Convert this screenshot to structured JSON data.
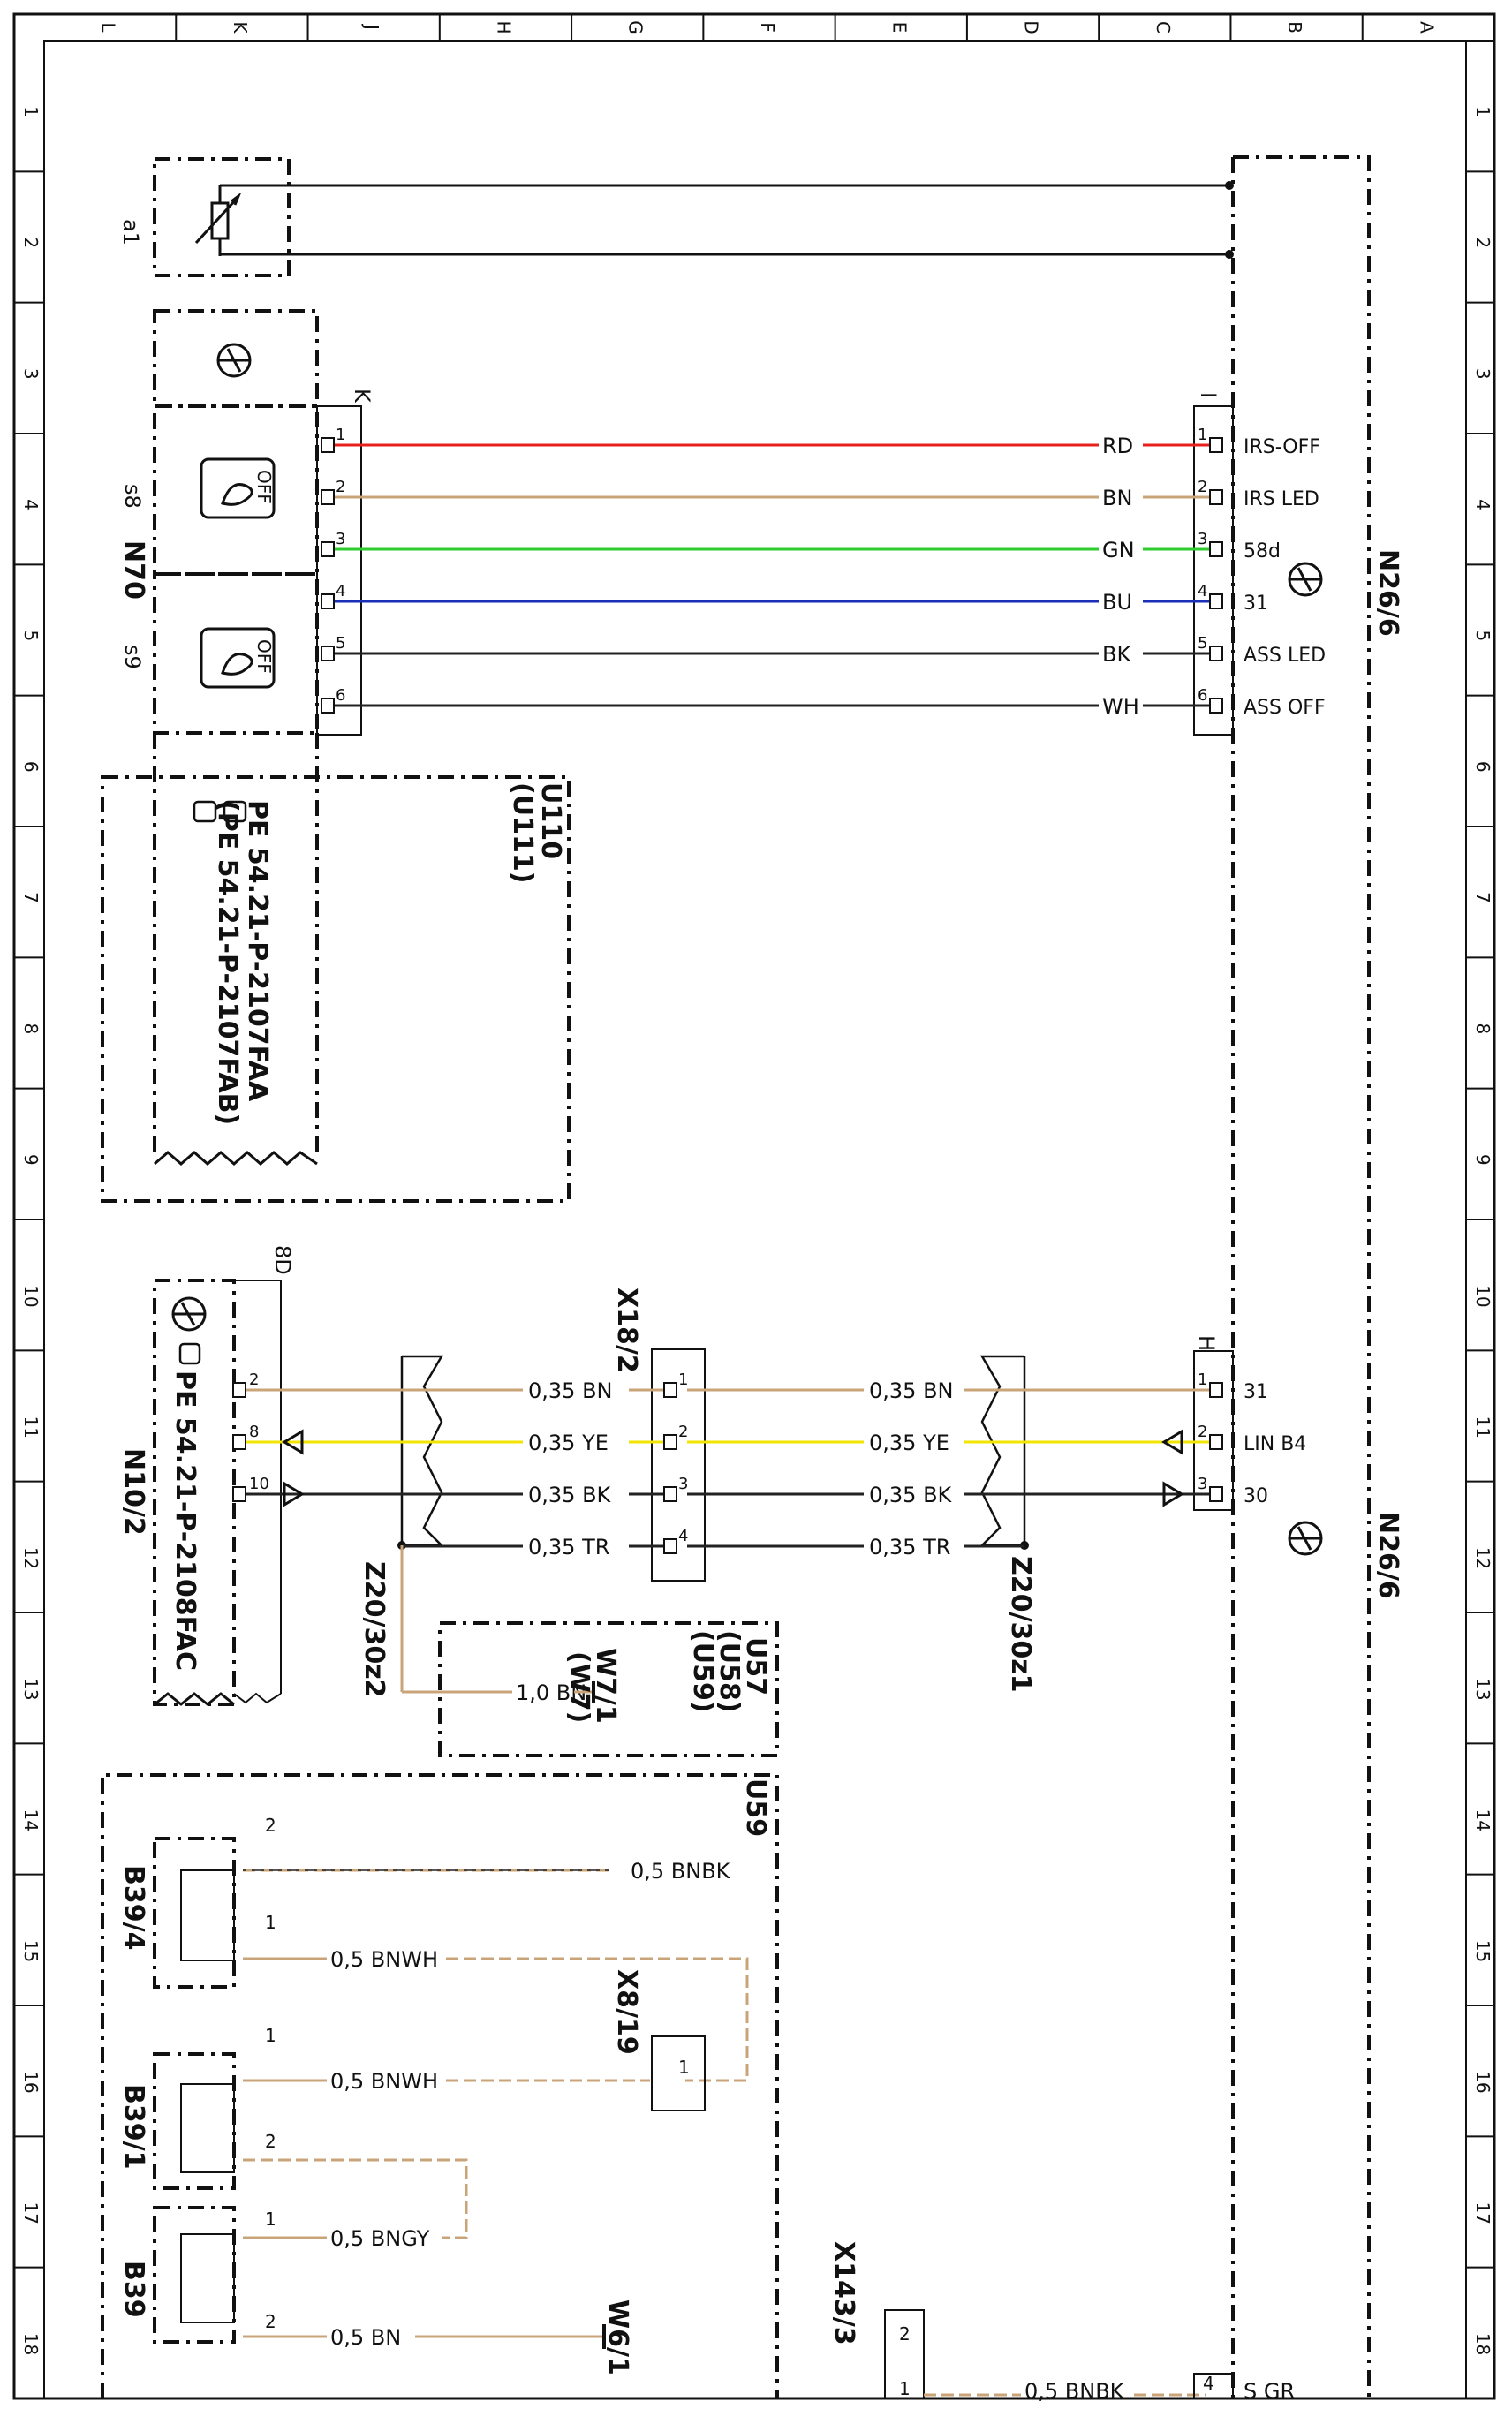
{
  "border": {
    "columns": [
      "L",
      "K",
      "J",
      "H",
      "G",
      "F",
      "E",
      "D",
      "C",
      "B",
      "A"
    ],
    "rows": [
      "1",
      "2",
      "3",
      "4",
      "5",
      "6",
      "7",
      "8",
      "9",
      "10",
      "11",
      "12",
      "13",
      "14",
      "15",
      "16",
      "17",
      "18"
    ]
  },
  "components": {
    "a1": "a1",
    "s8": "s8",
    "s9": "s9",
    "n70": "N70",
    "n26_6_top": "N26/6",
    "n26_6_bottom": "N26/6",
    "n10_2": "N10/2",
    "x18_2": "X18/2",
    "x8_19": "X8/19",
    "x143_3": "X143/3",
    "b39_4": "B39/4",
    "b39_1": "B39/1",
    "b39": "B39",
    "z20_30z2": "Z20/30z2",
    "z20_30z1": "Z20/30z1",
    "w6_1": "W6/1",
    "w7_1": "W7/1",
    "w7": "(W7)",
    "u110": "U110",
    "u111": "(U111)",
    "u57": "U57",
    "u58": "(U58)",
    "u59": "(U59)",
    "u59_box": "U59",
    "pe1": "PE 54.21-P-2107FAA",
    "pe2": "(PE 54.21-P-2107FAB)",
    "pe3": "PE 54.21-P-2108FAC",
    "switch_off": "OFF"
  },
  "connectors": {
    "k": "K",
    "i": "I",
    "h": "H",
    "c8d": "8D"
  },
  "wires_top": [
    {
      "pin": "1",
      "color": "RD",
      "signal": "IRS-OFF",
      "hex": "#e8201c"
    },
    {
      "pin": "2",
      "color": "BN",
      "signal": "IRS LED",
      "hex": "#c8a478"
    },
    {
      "pin": "3",
      "color": "GN",
      "signal": "58d",
      "hex": "#2fcc2f"
    },
    {
      "pin": "4",
      "color": "BU",
      "signal": "31",
      "hex": "#1a2fb8"
    },
    {
      "pin": "5",
      "color": "BK",
      "signal": "ASS LED",
      "hex": "#222222"
    },
    {
      "pin": "6",
      "color": "WH",
      "signal": "ASS OFF",
      "hex": "#222222"
    }
  ],
  "wires_mid": [
    {
      "pin_left": "2",
      "pin_x": "1",
      "pin_right": "1",
      "size": "0,35",
      "color": "BN",
      "signal": "31",
      "hex": "#c8a478"
    },
    {
      "pin_left": "8",
      "pin_x": "2",
      "pin_right": "2",
      "size": "0,35",
      "color": "YE",
      "signal": "LIN B4",
      "hex": "#f2e600"
    },
    {
      "pin_left": "10",
      "pin_x": "3",
      "pin_right": "3",
      "size": "0,35",
      "color": "BK",
      "signal": "30",
      "hex": "#222222"
    },
    {
      "pin_x": "4",
      "size": "0,35",
      "color": "TR",
      "hex": "#222222"
    }
  ],
  "w7_wire": "1,0 BN",
  "sensor_wires": {
    "b39_4_pin2": {
      "pin": "2",
      "label": "0,5 BNBK"
    },
    "b39_4_pin1": {
      "pin": "1",
      "label": "0,5 BNWH"
    },
    "b39_1_pin1": {
      "pin": "1",
      "label": "0,5 BNWH"
    },
    "b39_1_pin2": {
      "pin": "2"
    },
    "b39_pin1": {
      "pin": "1",
      "label": "0,5 BNGY"
    },
    "b39_pin2": {
      "pin": "2",
      "label": "0,5 BN"
    },
    "x8_19_pin": "1",
    "x143_pin2": "2",
    "x143_pin1": "1",
    "bottom_wire": "0,5 BNBK",
    "bottom_pin": "4",
    "bottom_signal": "S GR"
  }
}
